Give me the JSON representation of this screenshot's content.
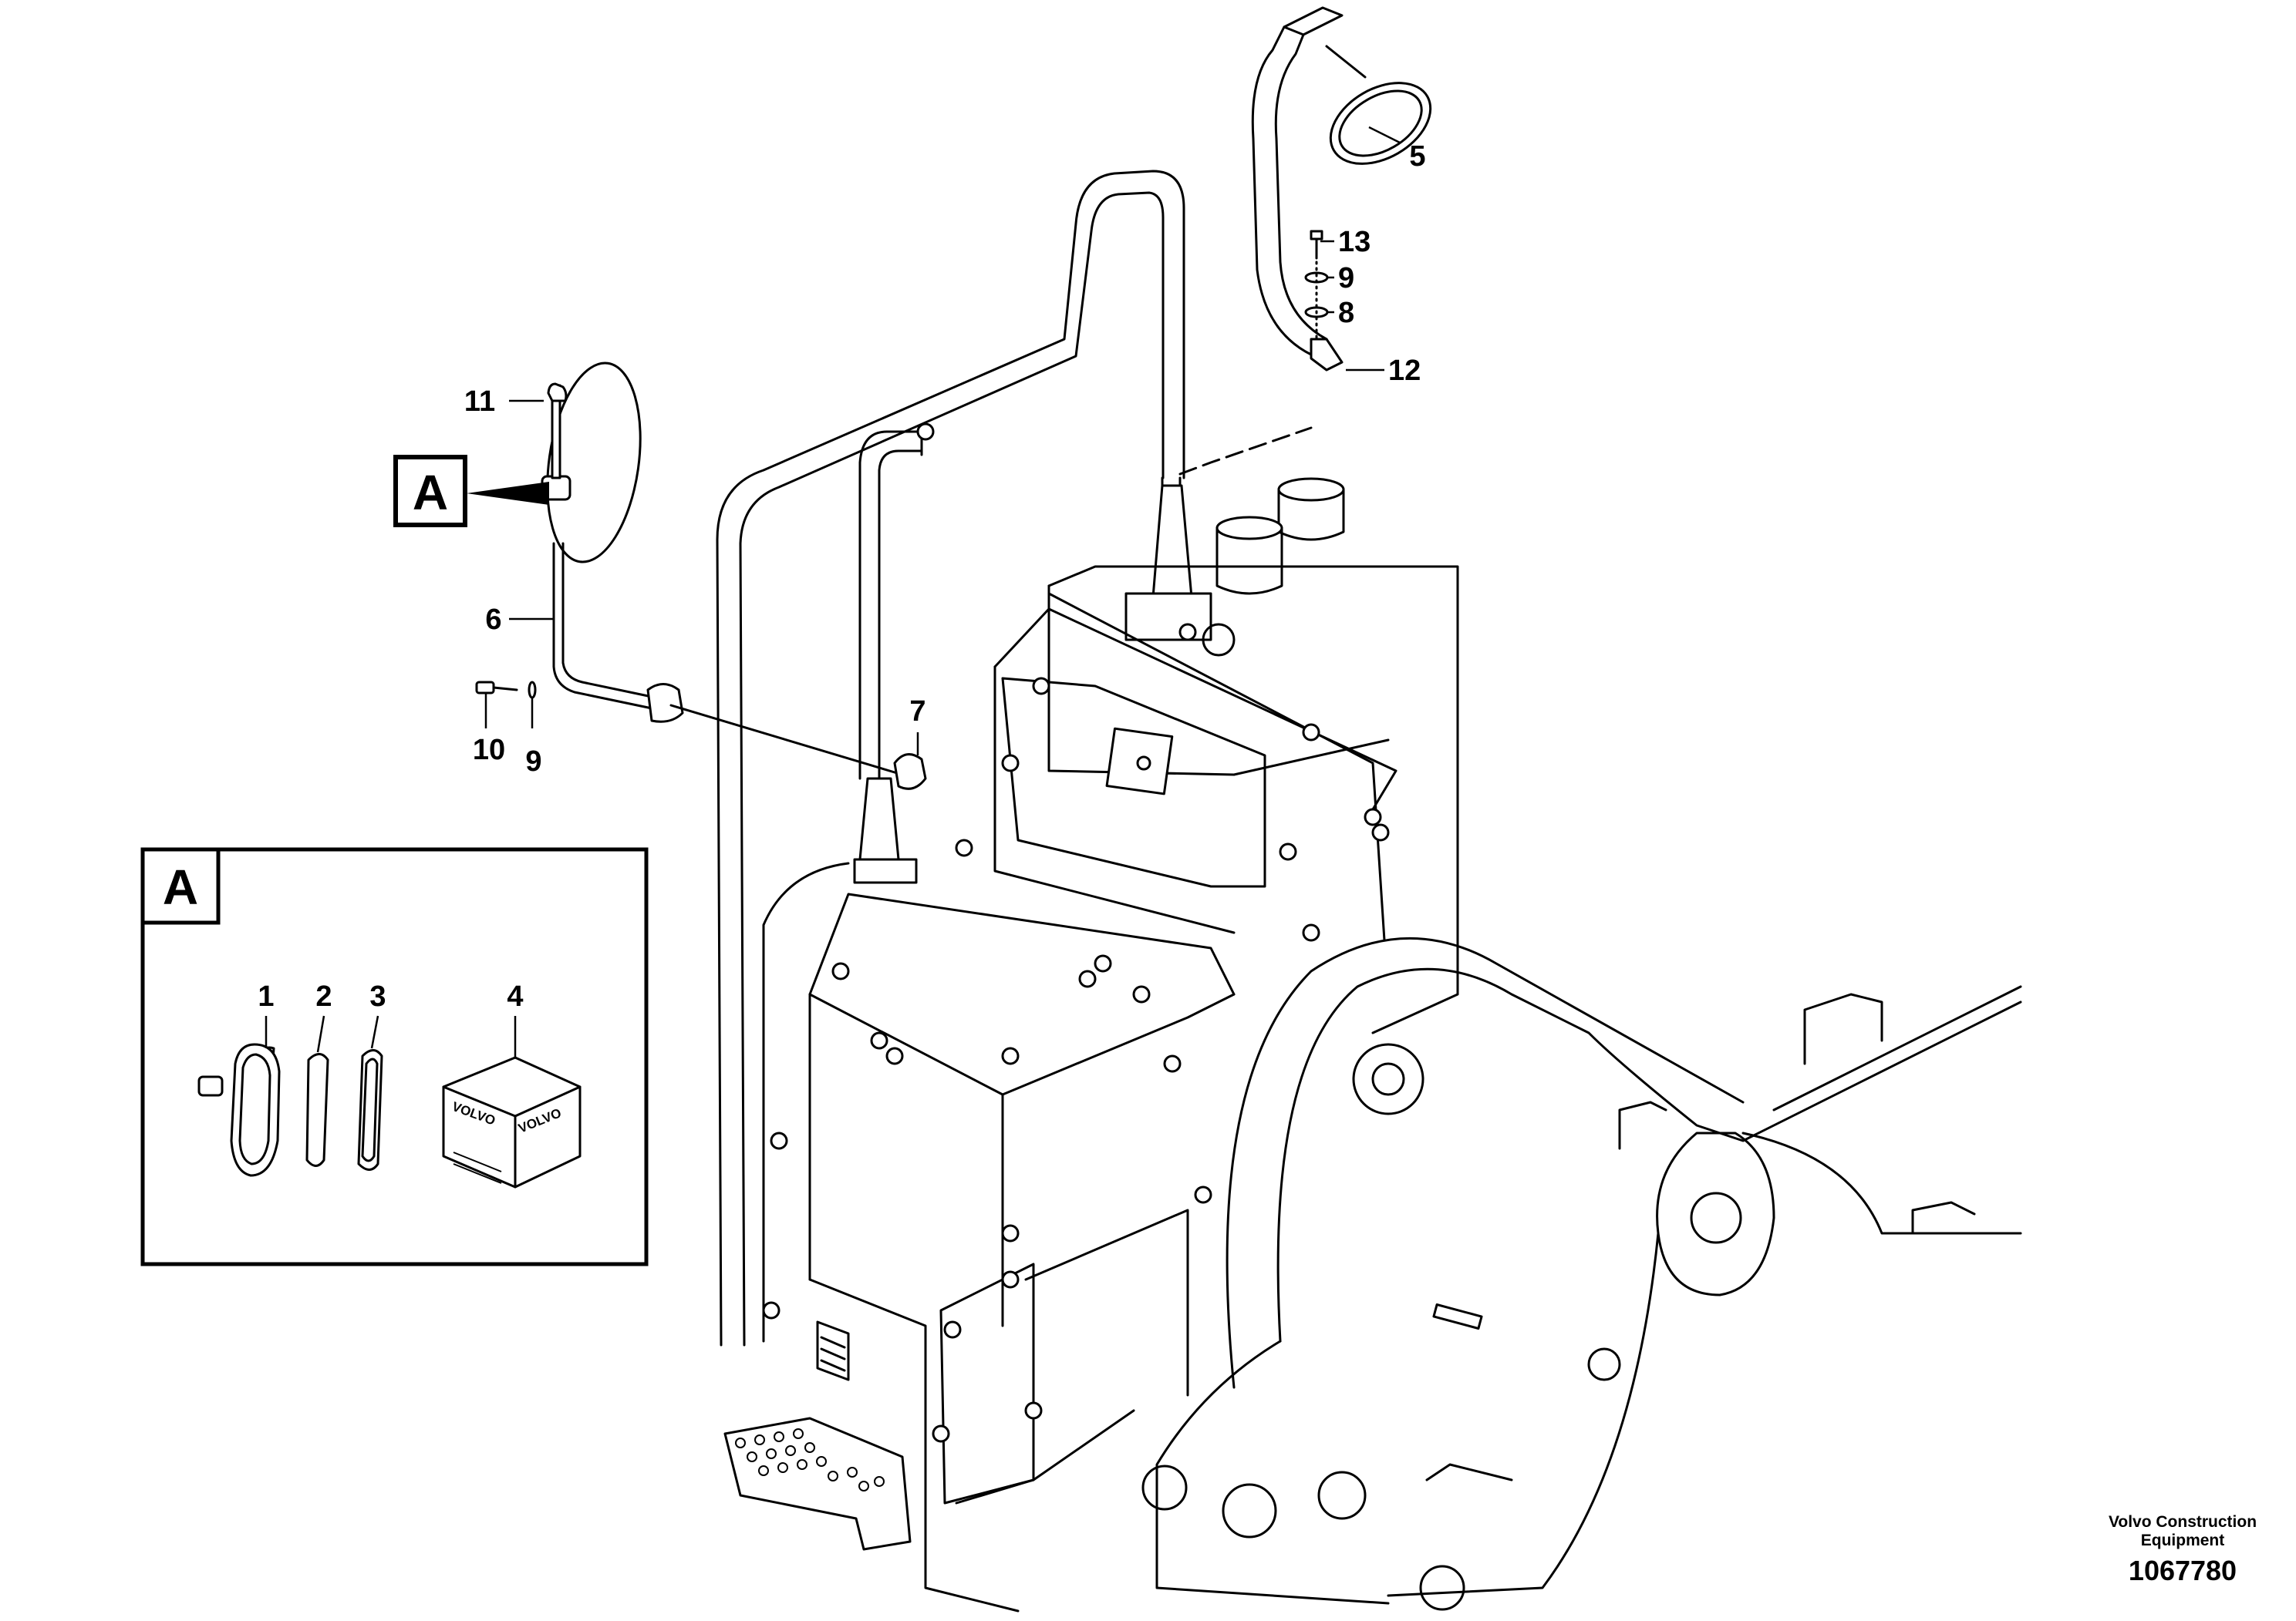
{
  "callouts": {
    "c1": "1",
    "c2": "2",
    "c3": "3",
    "c4": "4",
    "c5": "5",
    "c6": "6",
    "c7": "7",
    "c8": "8",
    "c9a": "9",
    "c9b": "9",
    "c10": "10",
    "c11": "11",
    "c12": "12",
    "c13": "13"
  },
  "detail": {
    "marker_letter": "A",
    "panel_letter": "A"
  },
  "packaging": {
    "logo_left": "VOLVO",
    "logo_right": "VOLVO"
  },
  "footer": {
    "company_line1": "Volvo Construction",
    "company_line2": "Equipment",
    "drawing_number": "1067780"
  }
}
